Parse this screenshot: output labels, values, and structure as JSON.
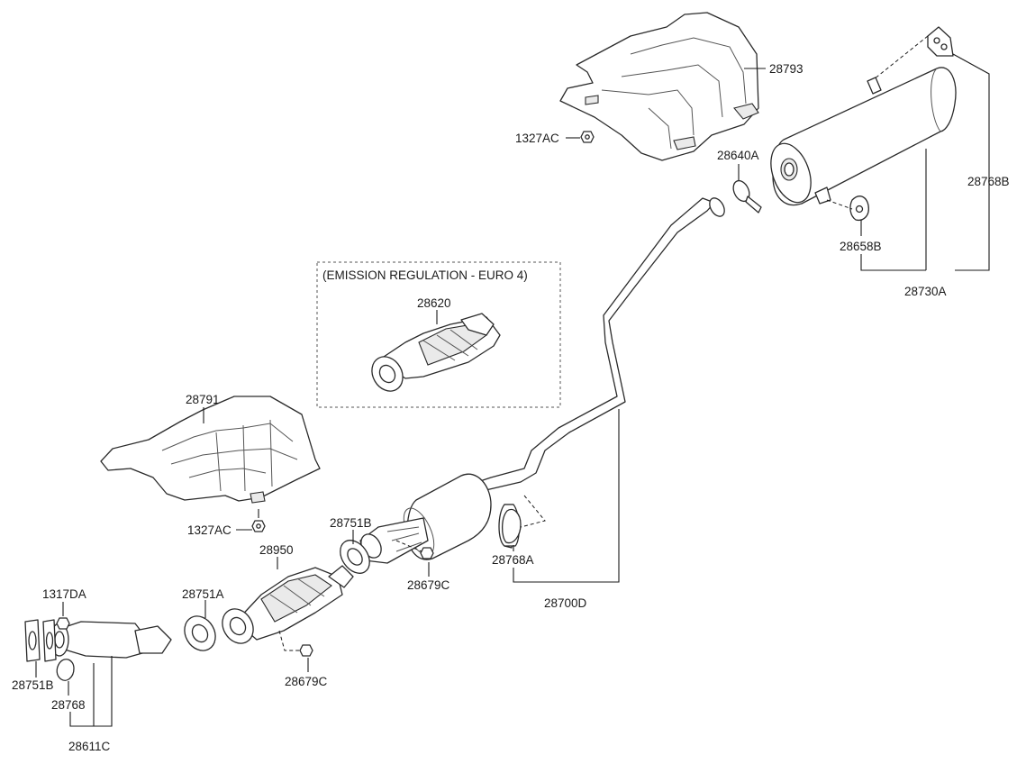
{
  "diagram": {
    "region_label": "(EMISSION REGULATION - EURO 4)",
    "labels": {
      "p28793": "28793",
      "p1327AC_top": "1327AC",
      "p28640A": "28640A",
      "p28768B": "28768B",
      "p28658B": "28658B",
      "p28730A": "28730A",
      "p28620": "28620",
      "p28791": "28791",
      "p1327AC_mid": "1327AC",
      "p28751B_mid": "28751B",
      "p28950": "28950",
      "p28679C_mid": "28679C",
      "p28768A": "28768A",
      "p28700D": "28700D",
      "p1317DA": "1317DA",
      "p28751A": "28751A",
      "p28679C_low": "28679C",
      "p28751B_low": "28751B",
      "p28768": "28768",
      "p28611C": "28611C"
    }
  }
}
